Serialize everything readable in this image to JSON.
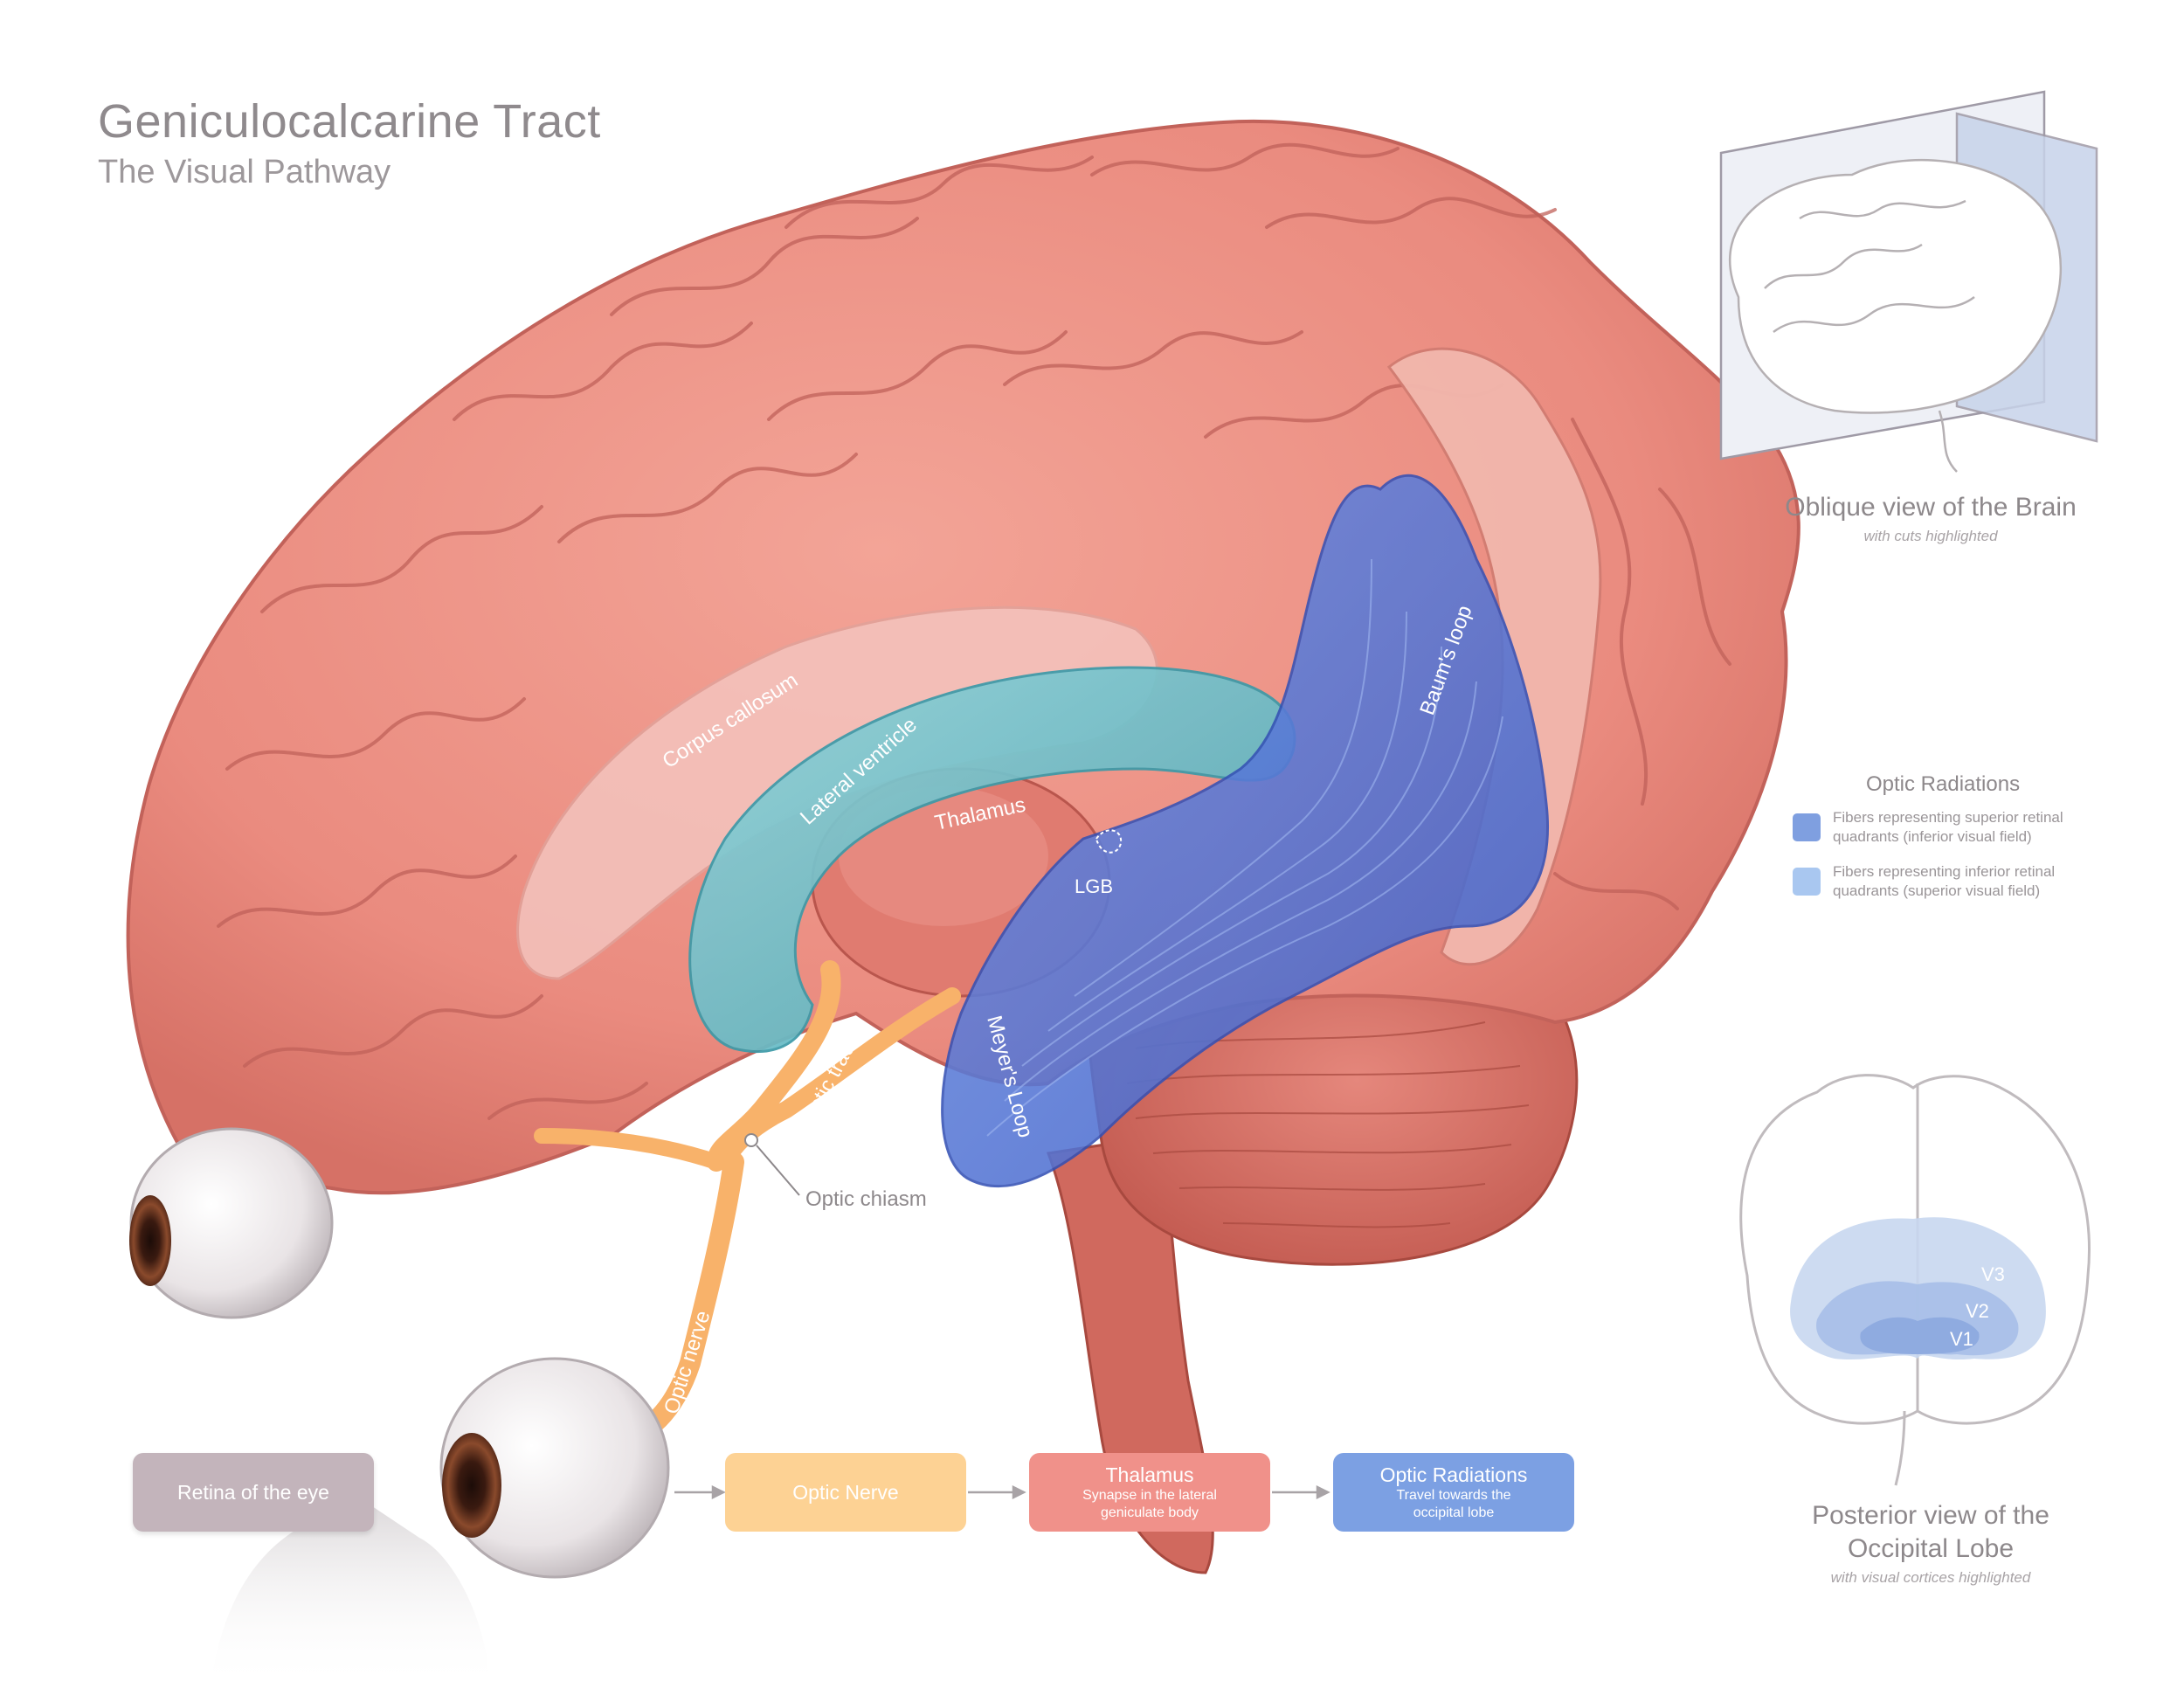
{
  "header": {
    "title": "Geniculocalcarine Tract",
    "subtitle": "The Visual Pathway"
  },
  "brain_labels": {
    "corpus_callosum": "Corpus callosum",
    "lateral_ventricle": "Lateral ventricle",
    "thalamus": "Thalamus",
    "lgb": "LGB",
    "baums_loop": "Baum's loop",
    "meyers_loop": "Meyer's Loop",
    "optic_tract": "Optic tract",
    "optic_chiasm": "Optic chiasm",
    "optic_nerve": "Optic nerve"
  },
  "oblique_view": {
    "caption": "Oblique view of the Brain",
    "note": "with cuts highlighted"
  },
  "legend": {
    "title": "Optic Radiations",
    "items": [
      {
        "label": "Fibers representing superior retinal quadrants (inferior visual field)",
        "color": "#7f9fe0"
      },
      {
        "label": "Fibers representing inferior retinal quadrants (superior visual field)",
        "color": "#a9c7f0"
      }
    ]
  },
  "posterior_view": {
    "caption": "Posterior view of the Occipital Lobe",
    "note": "with visual cortices highlighted",
    "labels": [
      "V3",
      "V2",
      "V1"
    ]
  },
  "flow": {
    "steps": [
      {
        "title": "Retina of the eye",
        "detail": "",
        "color": "#c3b4bb"
      },
      {
        "title": "Optic Nerve",
        "detail": "",
        "color": "#fdd294"
      },
      {
        "title": "Thalamus",
        "detail": "Synapse in the lateral geniculate body",
        "color": "#f0918a"
      },
      {
        "title": "Optic Radiations",
        "detail": "Travel towards the occipital lobe",
        "color": "#7ca0e3"
      }
    ]
  },
  "colors": {
    "cortex": "#ec8f83",
    "cortex_dark": "#c8685f",
    "ventricle": "#6fc0c9",
    "radiations": "#5a79d6",
    "optic_nerve": "#f8b26a",
    "cerebellum": "#d86e63"
  }
}
